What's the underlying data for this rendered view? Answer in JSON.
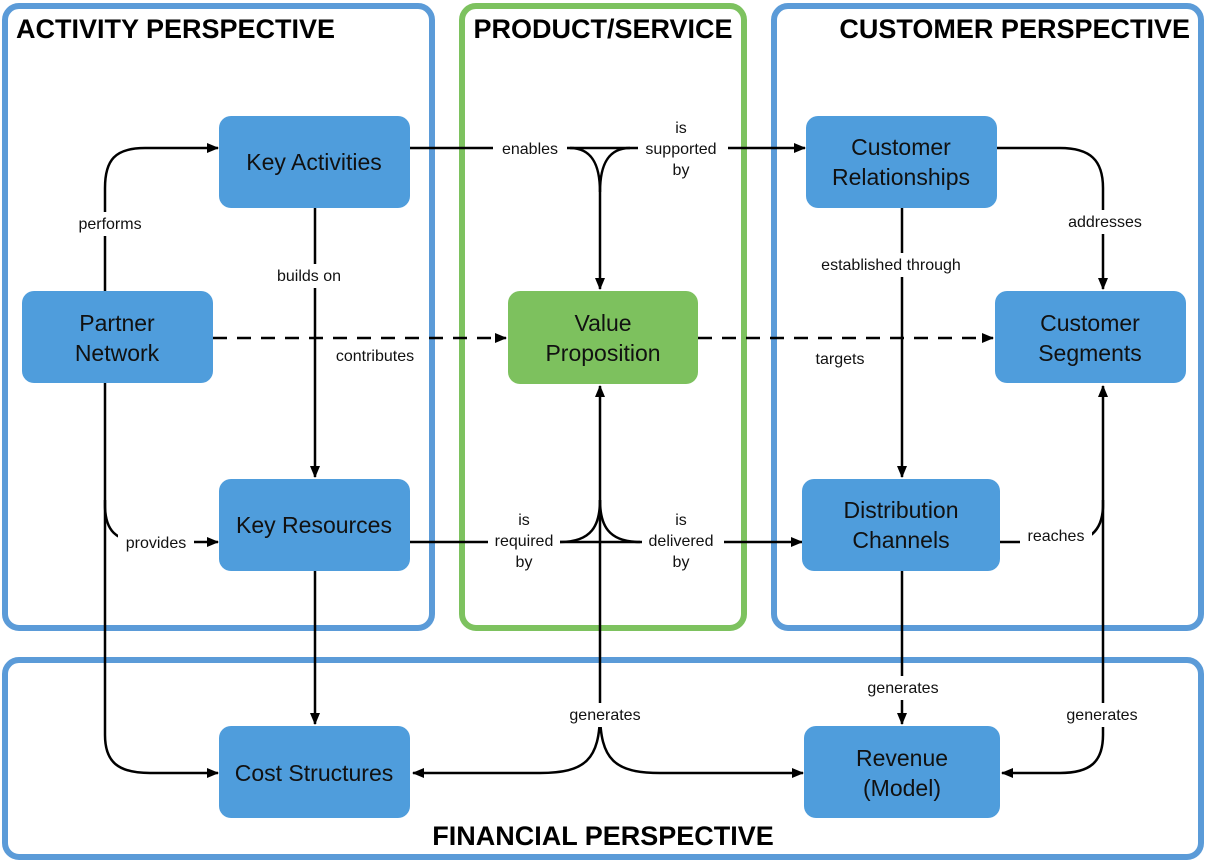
{
  "colors": {
    "perspective_border": "#5b9bd8",
    "product_border": "#7dc25f",
    "node_fill": "#4f9ddc",
    "value_fill": "#7dc15e",
    "edge": "#000000",
    "label_bg": "#ffffff"
  },
  "perspectives": {
    "activity": "ACTIVITY PERSPECTIVE",
    "product": "PRODUCT/SERVICE",
    "customer": "CUSTOMER PERSPECTIVE",
    "financial": "FINANCIAL PERSPECTIVE"
  },
  "nodes": {
    "key_activities": [
      "Key Activities"
    ],
    "partner_network": [
      "Partner",
      "Network"
    ],
    "key_resources": [
      "Key Resources"
    ],
    "value_proposition": [
      "Value",
      "Proposition"
    ],
    "customer_relationships": [
      "Customer",
      "Relationships"
    ],
    "customer_segments": [
      "Customer",
      "Segments"
    ],
    "distribution_channels": [
      "Distribution",
      "Channels"
    ],
    "cost_structures": [
      "Cost Structures"
    ],
    "revenue_model": [
      "Revenue",
      "(Model)"
    ]
  },
  "edge_labels": {
    "performs": [
      "performs"
    ],
    "provides": [
      "provides"
    ],
    "builds_on": [
      "builds on"
    ],
    "contributes": [
      "contributes"
    ],
    "enables": [
      "enables"
    ],
    "is_supported_by": [
      "is",
      "supported",
      "by"
    ],
    "is_required_by": [
      "is",
      "required",
      "by"
    ],
    "is_delivered_by": [
      "is",
      "delivered",
      "by"
    ],
    "targets": [
      "targets"
    ],
    "addresses": [
      "addresses"
    ],
    "established_through": [
      "established through"
    ],
    "reaches": [
      "reaches"
    ],
    "generates_center": [
      "generates"
    ],
    "generates_channels": [
      "generates"
    ],
    "generates_segments": [
      "generates"
    ]
  }
}
